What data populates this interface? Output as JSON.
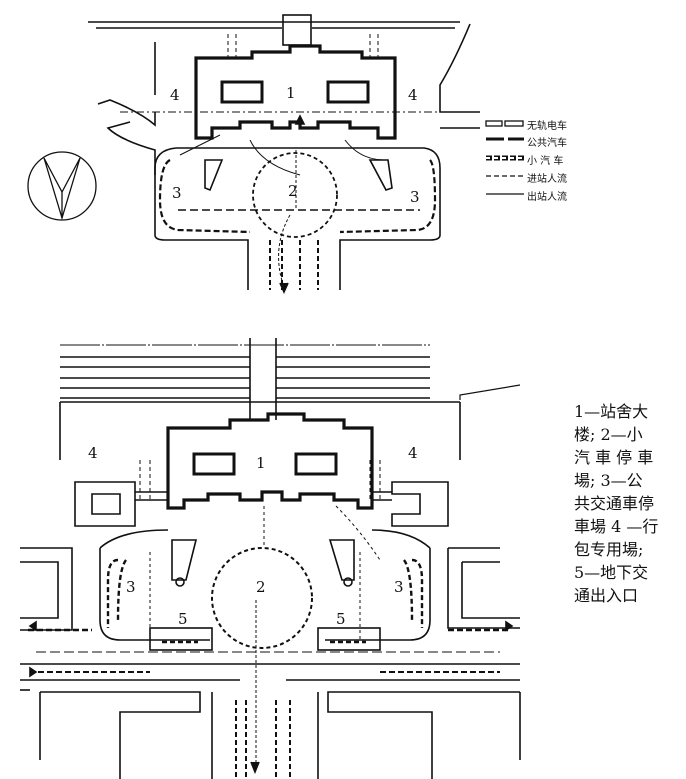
{
  "legend": {
    "trolleybus": "无轨电车",
    "bus": "公共汽车",
    "car": "小 汽 车",
    "inbound": "进站人流",
    "outbound": "出站人流"
  },
  "top_plan": {
    "station_label": "1",
    "car_park_label": "2",
    "bus_park_left_label": "3",
    "bus_park_right_label": "3",
    "parcel_left_label": "4",
    "parcel_right_label": "4"
  },
  "bottom_plan": {
    "station_label": "1",
    "car_park_label": "2",
    "bus_park_left_label": "3",
    "bus_park_right_label": "3",
    "parcel_left_label": "4",
    "parcel_right_label": "4",
    "underpass_left_label": "5",
    "underpass_right_label": "5"
  },
  "caption": {
    "line1": "1—站舍大",
    "line2": "楼; 2—小",
    "line3": "汽 車 停 車",
    "line4": "場; 3—公",
    "line5": "共交通車停",
    "line6": "車場 4 —行",
    "line7": "包专用場;",
    "line8": " 5—地下交",
    "line9": "通出入口"
  }
}
